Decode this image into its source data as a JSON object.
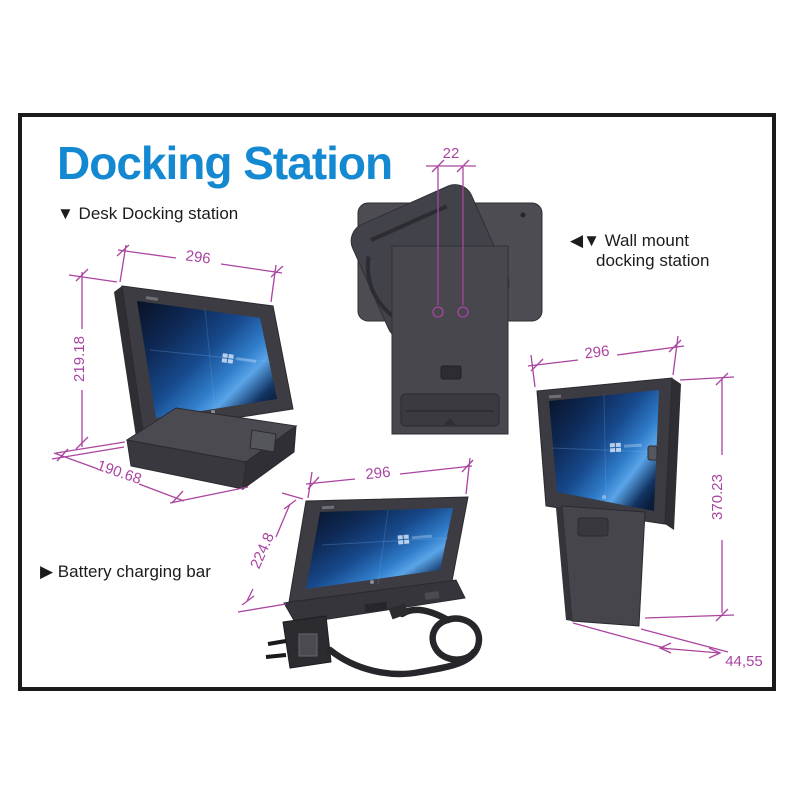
{
  "title": {
    "text": "Docking Station"
  },
  "labels": {
    "desk": "▼ Desk Docking station",
    "wall_line1": "◀▼ Wall mount",
    "wall_line2": "docking station",
    "battery": "▶ Battery charging bar"
  },
  "dims": {
    "desk": {
      "width": "296",
      "height": "219.18",
      "depth": "190.68"
    },
    "wall_back": {
      "hole_spacing": "22"
    },
    "battery": {
      "width": "296",
      "height": "224.8"
    },
    "wall_side": {
      "width": "296",
      "height": "370.23",
      "depth": "44,55"
    }
  },
  "colors": {
    "title": "#1489d2",
    "dimension": "#aa44a0",
    "frame_border": "#1a1a1a",
    "device_body": "#46464c",
    "screen_blue": "#1d62b0"
  }
}
